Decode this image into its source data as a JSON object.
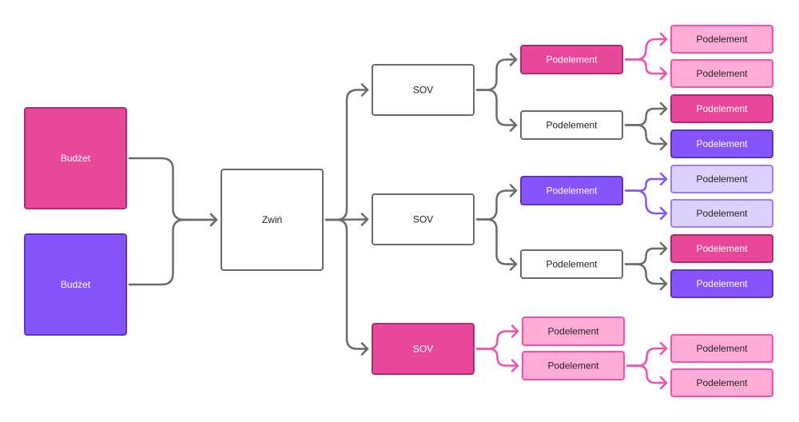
{
  "colors": {
    "pink": "#e8489a",
    "pink_border": "#b02a6e",
    "purple": "#8654fa",
    "purple_border": "#5a34c4",
    "light_pink": "#ffadd6",
    "light_pink_border": "#f24fae",
    "light_purple": "#ddd0fd",
    "light_purple_border": "#9c7cf7",
    "white": "#ffffff",
    "gray_border": "#6b6b6b",
    "gray_line": "#6b6b6b",
    "white_text": "#ffffff",
    "dark_text": "#222222"
  },
  "nodes": [
    {
      "id": "budget-1",
      "label": "Budżet",
      "style": "pink"
    },
    {
      "id": "budget-2",
      "label": "Budżet",
      "style": "purple"
    },
    {
      "id": "collapse",
      "label": "Zwiń",
      "style": "white"
    },
    {
      "id": "sov-1",
      "label": "SOV",
      "style": "white"
    },
    {
      "id": "sov-2",
      "label": "SOV",
      "style": "white"
    },
    {
      "id": "sov-3",
      "label": "SOV",
      "style": "pink"
    },
    {
      "id": "sub-1a",
      "label": "Podelement",
      "style": "pink"
    },
    {
      "id": "sub-1b",
      "label": "Podelement",
      "style": "white"
    },
    {
      "id": "sub-2a",
      "label": "Podelement",
      "style": "purple"
    },
    {
      "id": "sub-2b",
      "label": "Podelement",
      "style": "white"
    },
    {
      "id": "sub-3a",
      "label": "Podelement",
      "style": "light_pink"
    },
    {
      "id": "sub-3b",
      "label": "Podelement",
      "style": "light_pink"
    },
    {
      "id": "leaf-1a-1",
      "label": "Podelement",
      "style": "light_pink"
    },
    {
      "id": "leaf-1a-2",
      "label": "Podelement",
      "style": "light_pink"
    },
    {
      "id": "leaf-1b-1",
      "label": "Podelement",
      "style": "pink"
    },
    {
      "id": "leaf-1b-2",
      "label": "Podelement",
      "style": "purple"
    },
    {
      "id": "leaf-2a-1",
      "label": "Podelement",
      "style": "light_purple"
    },
    {
      "id": "leaf-2a-2",
      "label": "Podelement",
      "style": "light_purple"
    },
    {
      "id": "leaf-2b-1",
      "label": "Podelement",
      "style": "pink"
    },
    {
      "id": "leaf-2b-2",
      "label": "Podelement",
      "style": "purple"
    },
    {
      "id": "leaf-3b-1",
      "label": "Podelement",
      "style": "light_pink"
    },
    {
      "id": "leaf-3b-2",
      "label": "Podelement",
      "style": "light_pink"
    }
  ],
  "edges": [
    {
      "from": "budget-1",
      "to": "collapse",
      "color": "gray"
    },
    {
      "from": "budget-2",
      "to": "collapse",
      "color": "gray"
    },
    {
      "from": "collapse",
      "to": "sov-1",
      "color": "gray"
    },
    {
      "from": "collapse",
      "to": "sov-2",
      "color": "gray"
    },
    {
      "from": "collapse",
      "to": "sov-3",
      "color": "gray"
    },
    {
      "from": "sov-1",
      "to": "sub-1a",
      "color": "gray"
    },
    {
      "from": "sov-1",
      "to": "sub-1b",
      "color": "gray"
    },
    {
      "from": "sov-2",
      "to": "sub-2a",
      "color": "gray"
    },
    {
      "from": "sov-2",
      "to": "sub-2b",
      "color": "gray"
    },
    {
      "from": "sov-3",
      "to": "sub-3a",
      "color": "pink"
    },
    {
      "from": "sov-3",
      "to": "sub-3b",
      "color": "pink"
    },
    {
      "from": "sub-1a",
      "to": "leaf-1a-1",
      "color": "pink"
    },
    {
      "from": "sub-1a",
      "to": "leaf-1a-2",
      "color": "pink"
    },
    {
      "from": "sub-1b",
      "to": "leaf-1b-1",
      "color": "gray"
    },
    {
      "from": "sub-1b",
      "to": "leaf-1b-2",
      "color": "gray"
    },
    {
      "from": "sub-2a",
      "to": "leaf-2a-1",
      "color": "purple"
    },
    {
      "from": "sub-2a",
      "to": "leaf-2a-2",
      "color": "purple"
    },
    {
      "from": "sub-2b",
      "to": "leaf-2b-1",
      "color": "gray"
    },
    {
      "from": "sub-2b",
      "to": "leaf-2b-2",
      "color": "gray"
    },
    {
      "from": "sub-3b",
      "to": "leaf-3b-1",
      "color": "pink"
    },
    {
      "from": "sub-3b",
      "to": "leaf-3b-2",
      "color": "pink"
    }
  ]
}
